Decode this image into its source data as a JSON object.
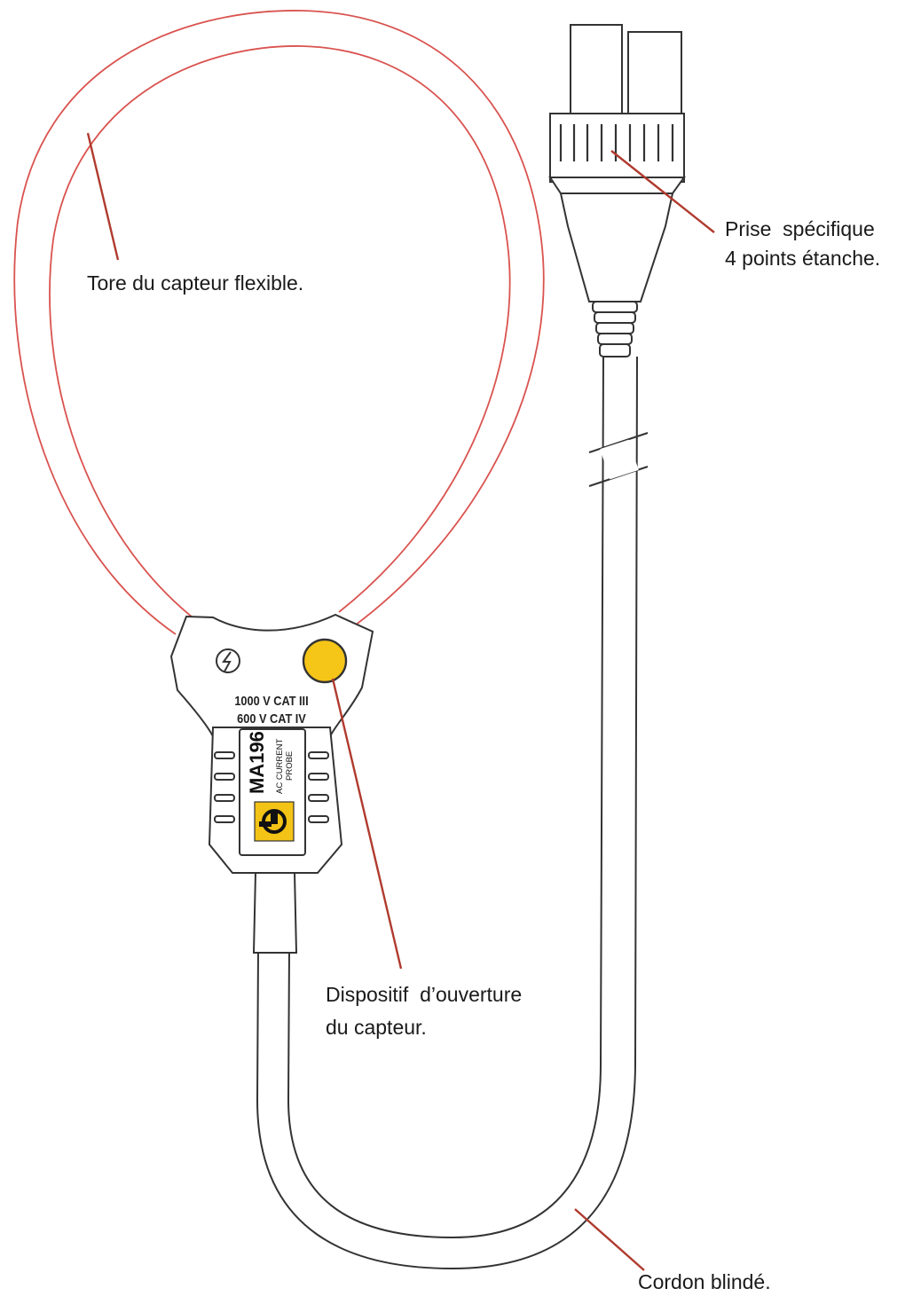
{
  "callouts": {
    "torus": "Tore du capteur flexible.",
    "plug_line1": "Prise  spécifique",
    "plug_line2": "4 points étanche.",
    "opening_line1": "Dispositif  d’ouverture",
    "opening_line2": "du capteur.",
    "cable": "Cordon blindé."
  },
  "probe_body": {
    "rating_line1": "1000 V CAT III",
    "rating_line2": "600 V CAT IV",
    "model": "MA196",
    "type_line1": "AC CURRENT",
    "type_line2": "PROBE"
  },
  "colors": {
    "torus_outline": "#d9534f",
    "leader_line": "#b03a2e",
    "opening_button": "#f5c518",
    "logo_background": "#f3c316",
    "outline": "#333333"
  },
  "icons": {
    "lightning": "lightning-symbol-icon",
    "logo": "brand-logo"
  }
}
